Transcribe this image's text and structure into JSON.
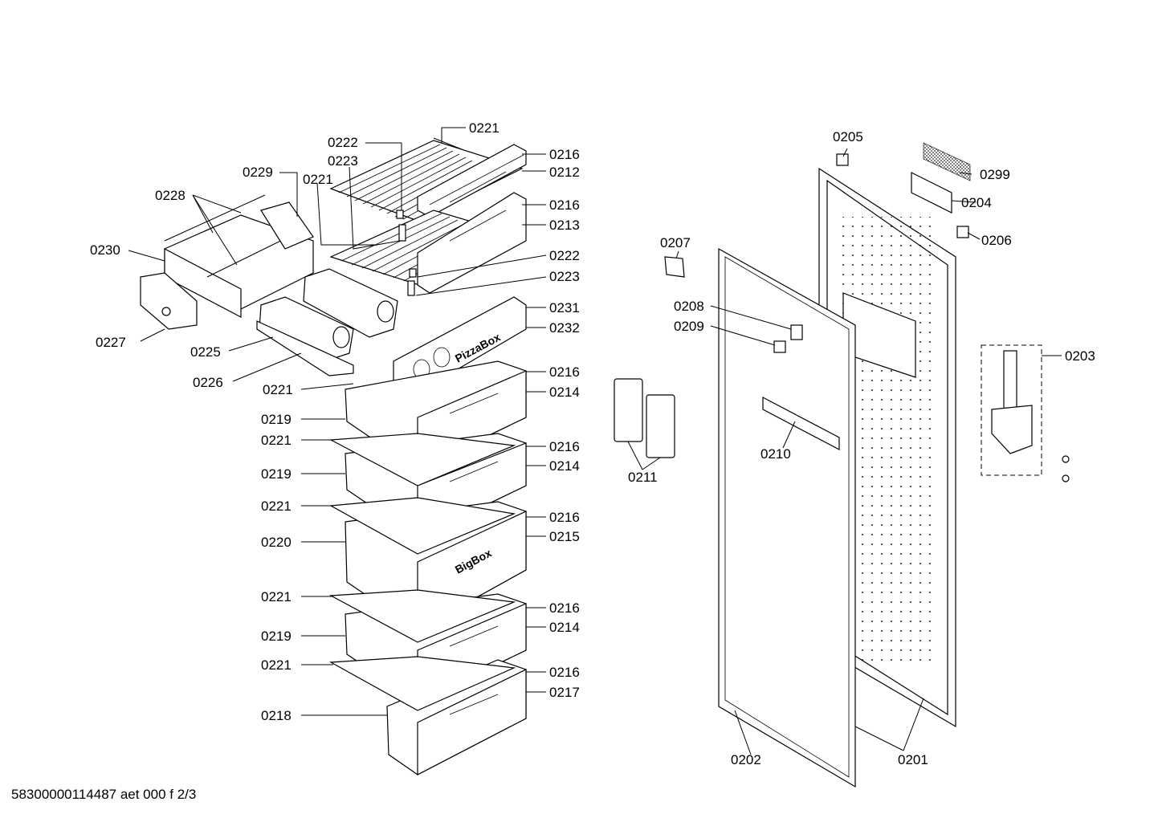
{
  "footer": "58300000114487 aet 000 f 2/3",
  "labels": {
    "l0221a": "0221",
    "l0222a": "0222",
    "l0223a": "0223",
    "l0229": "0229",
    "l0221b": "0221",
    "l0216a": "0216",
    "l0212": "0212",
    "l0228": "0228",
    "l0216b": "0216",
    "l0213": "0213",
    "l0230": "0230",
    "l0222b": "0222",
    "l0223b": "0223",
    "l0231": "0231",
    "l0232": "0232",
    "l0227": "0227",
    "l0225": "0225",
    "l0226": "0226",
    "l0221c": "0221",
    "l0216c": "0216",
    "l0214a": "0214",
    "l0219a": "0219",
    "l0221d": "0221",
    "l0216d": "0216",
    "l0214b": "0214",
    "l0219b": "0219",
    "l0221e": "0221",
    "l0216e": "0216",
    "l0220": "0220",
    "l0215": "0215",
    "l0221f": "0221",
    "l0216f": "0216",
    "l0214c": "0214",
    "l0219c": "0219",
    "l0221g": "0221",
    "l0216g": "0216",
    "l0217": "0217",
    "l0218": "0218",
    "l0205": "0205",
    "l0299": "0299",
    "l0204": "0204",
    "l0206": "0206",
    "l0207": "0207",
    "l0208": "0208",
    "l0209": "0209",
    "l0203": "0203",
    "l0210": "0210",
    "l0211": "0211",
    "l0202": "0202",
    "l0201": "0201"
  },
  "box_text": {
    "pizza": "PizzaBox",
    "big": "BigBox"
  }
}
